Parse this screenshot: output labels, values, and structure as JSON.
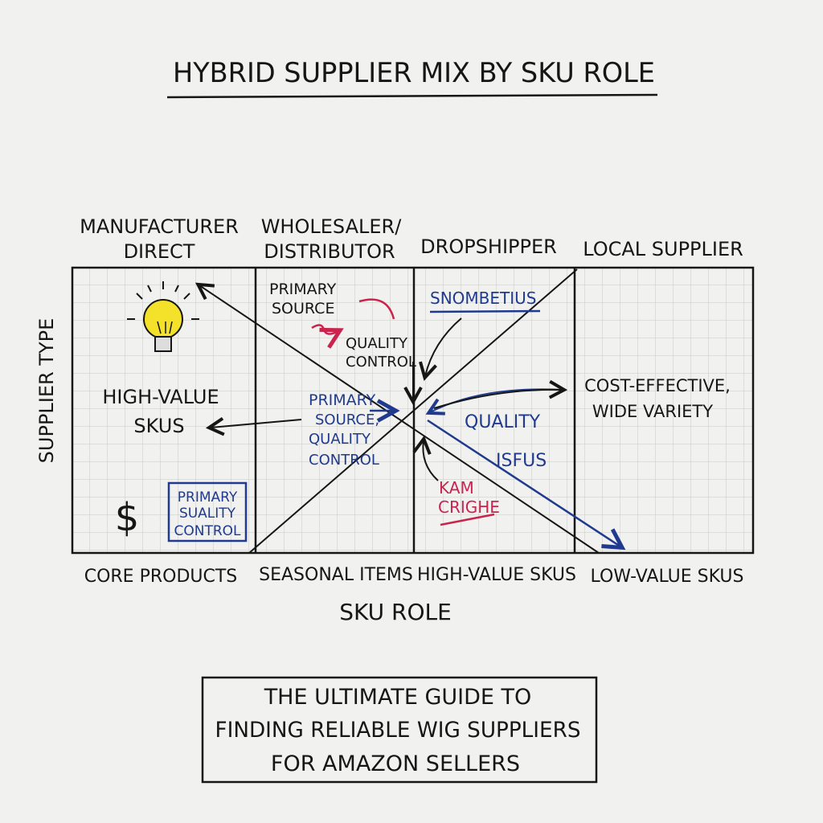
{
  "title": "HYBRID SUPPLIER MIX BY SKU ROLE",
  "y_axis_label": "SUPPLIER TYPE",
  "x_axis_label": "SKU ROLE",
  "columns_top": [
    {
      "line1": "MANUFACTURER",
      "line2": "DIRECT"
    },
    {
      "line1": "WHOLESALER/",
      "line2": "DISTRIBUTOR"
    },
    {
      "line1": "DROPSHIPPER",
      "line2": ""
    },
    {
      "line1": "LOCAL SUPPLIER",
      "line2": ""
    }
  ],
  "columns_bottom": [
    "CORE PRODUCTS",
    "SEASONAL ITEMS",
    "HIGH-VALUE SKUS",
    "LOW-VALUE SKUS"
  ],
  "annotations": {
    "high_value": [
      "HIGH-VALUE",
      "SKUS"
    ],
    "dollar": "$",
    "boxed": [
      "PRIMARY",
      "SUALITY",
      "CONTROL"
    ],
    "primary_source_black": [
      "PRIMARY",
      "SOURCE"
    ],
    "quality_control_black": [
      "QUALITY",
      "CONTROL"
    ],
    "primary_source_blue": [
      "PRIMARY",
      "SOURCE,",
      "QUALITY",
      "CONTROL"
    ],
    "snombetius": "SNOMBETIUS",
    "cost_effective": [
      "COST-EFFECTIVE,",
      "WIDE VARIETY"
    ],
    "quality_blue": "QUALITY",
    "isfus": "ISFUS",
    "red_text": [
      "KAM",
      "CRIGHE"
    ]
  },
  "footer": [
    "THE ULTIMATE GUIDE TO",
    "FINDING RELIABLE WIG SUPPLIERS",
    "FOR AMAZON SELLERS"
  ],
  "colors": {
    "ink": "#161616",
    "blue": "#1f3a8f",
    "red": "#c8244e",
    "bulb": "#f4e22a"
  }
}
